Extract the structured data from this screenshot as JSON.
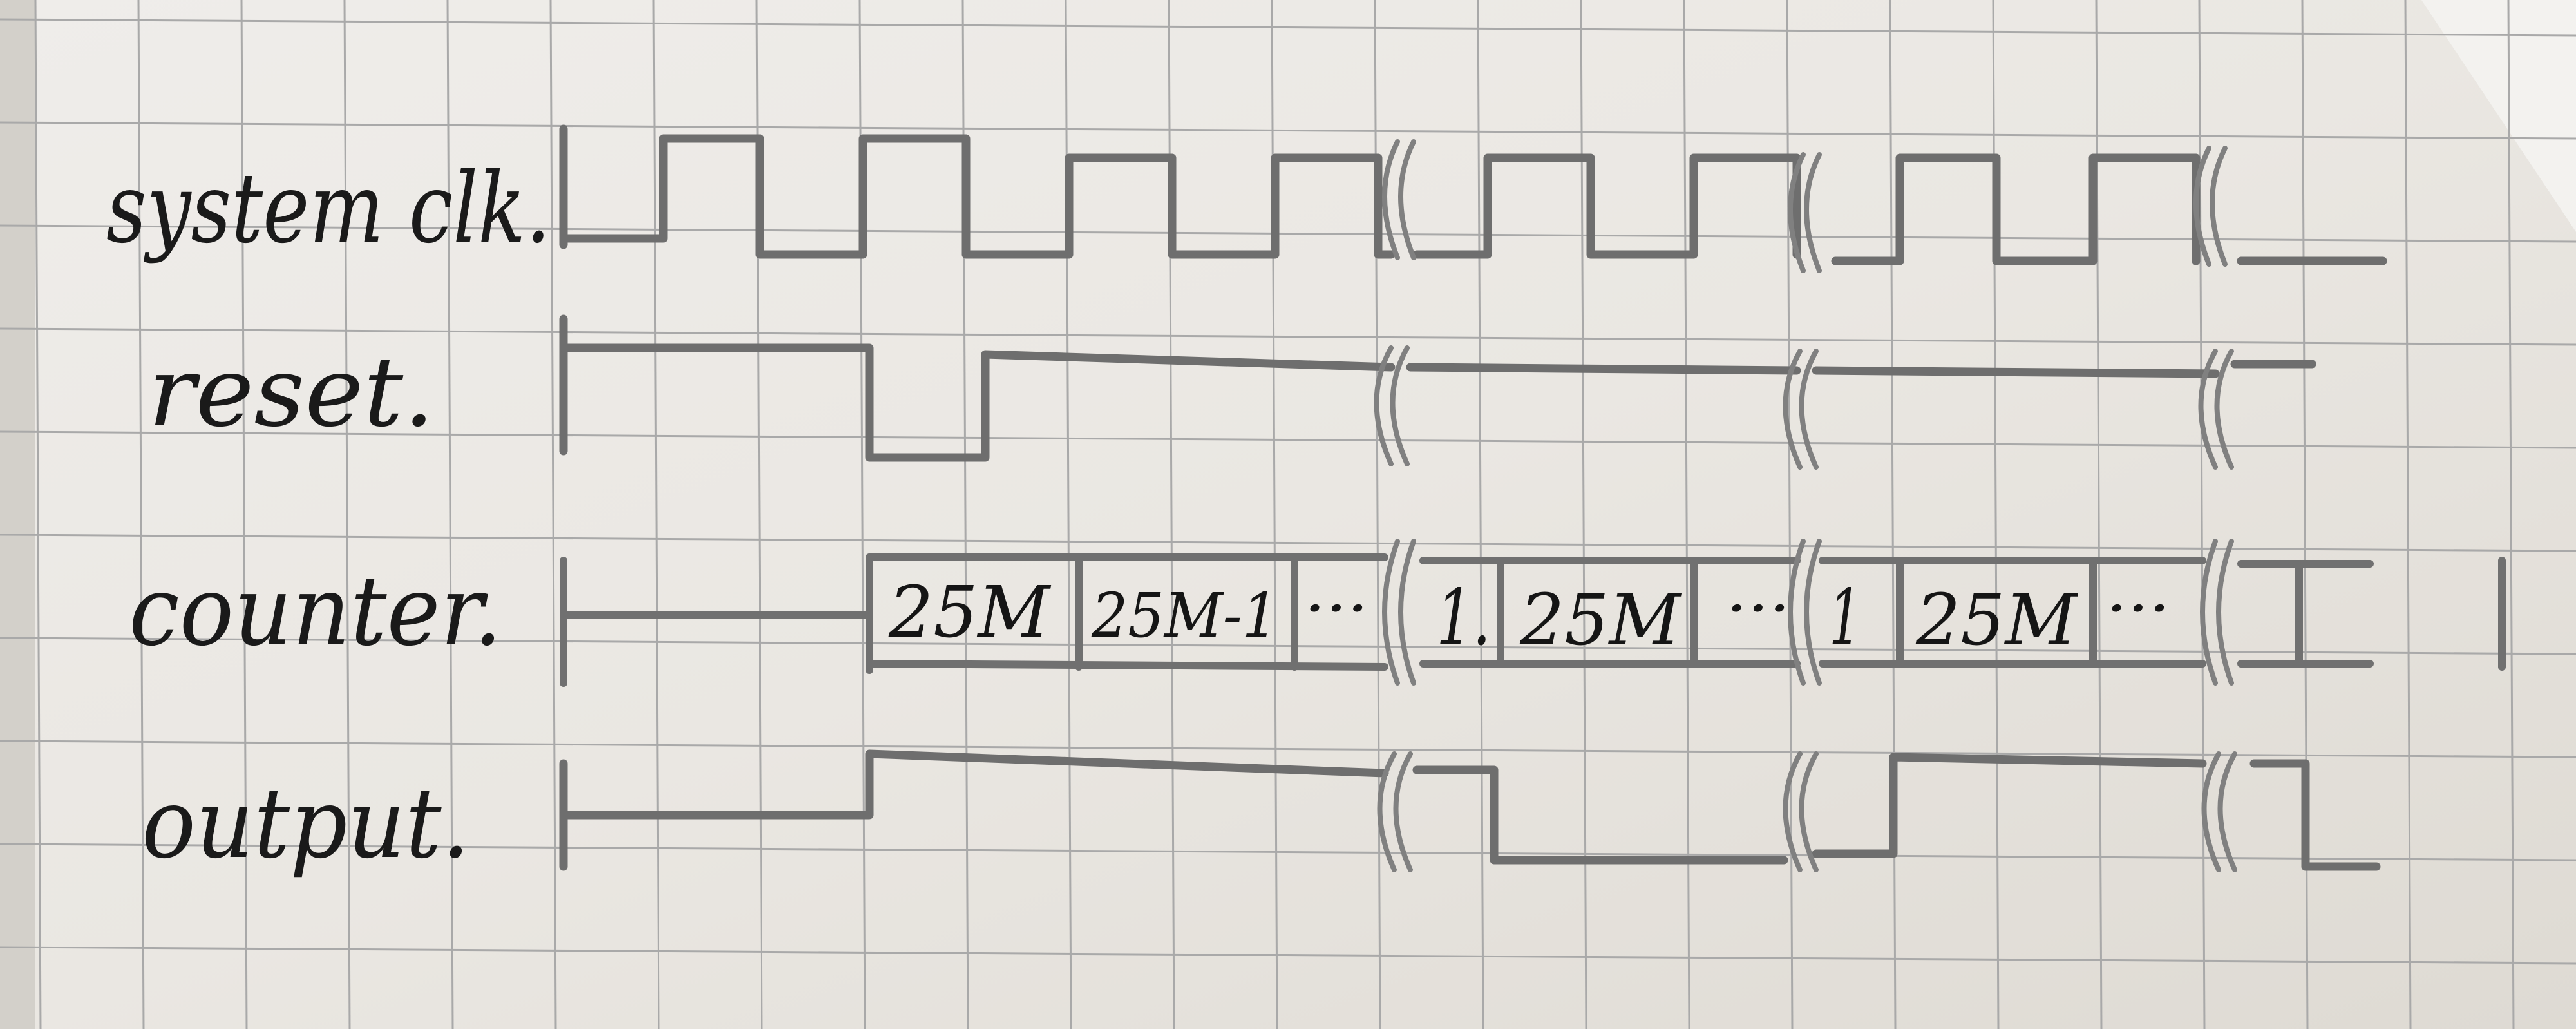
{
  "diagram": {
    "signals": [
      {
        "id": "clk",
        "label": "system clk."
      },
      {
        "id": "reset",
        "label": "reset."
      },
      {
        "id": "counter",
        "label": "counter."
      },
      {
        "id": "output",
        "label": "output."
      }
    ],
    "counter_values": [
      "25M",
      "25M-1",
      "···",
      "1.",
      "25M",
      "···",
      "1",
      "25M",
      "···"
    ]
  }
}
